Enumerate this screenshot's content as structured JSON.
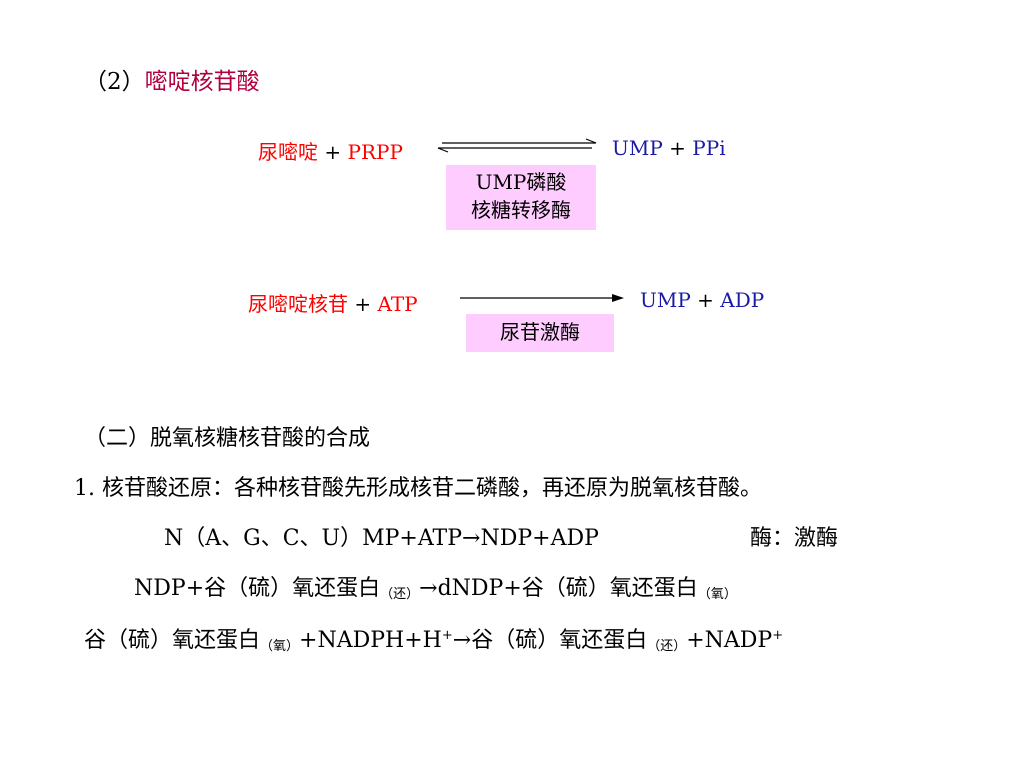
{
  "section_heading": {
    "prefix": "（2）",
    "title": "嘧啶核苷酸"
  },
  "reaction1": {
    "substrate": "尿嘧啶",
    "plus1": " + ",
    "cosubstrate": "PRPP",
    "product": "UMP",
    "plus2": " + ",
    "byproduct": "PPi",
    "enzyme_line1": "UMP磷酸",
    "enzyme_line2": "核糖转移酶"
  },
  "reaction2": {
    "substrate": "尿嘧啶核苷",
    "plus1": " + ",
    "cosubstrate": "ATP",
    "product": "UMP",
    "plus2": " + ",
    "byproduct": "ADP",
    "enzyme": "尿苷激酶"
  },
  "subheading": "（二）脱氧核糖核苷酸的合成",
  "point1": "1. 核苷酸还原：各种核苷酸先形成核苷二磷酸，再还原为脱氧核苷酸。",
  "eq1": {
    "text": "N（A、G、C、U）MP+ATP→NDP+ADP",
    "enzyme_label": "酶：激酶"
  },
  "eq2": {
    "part1": "NDP+谷（硫）氧还蛋白",
    "sub1": "（还）",
    "part2": "→dNDP+谷（硫）氧还蛋白",
    "sub2": "（氧）"
  },
  "eq3": {
    "part1": "谷（硫）氧还蛋白",
    "sub1": "（氧）",
    "part2": "+NADPH+H",
    "sup1": "+",
    "part3": "→谷（硫）氧还蛋白",
    "sub2": "（还）",
    "part4": "+NADP",
    "sup2": "+"
  },
  "colors": {
    "substrate_red": "#ff0000",
    "product_blue": "#1a1aa6",
    "heading_maroon": "#b00040",
    "enzyme_box": "#ffccff"
  }
}
